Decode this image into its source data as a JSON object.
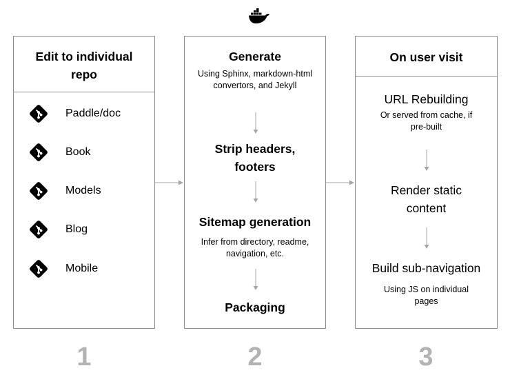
{
  "columns": [
    {
      "title": "Edit to individual repo",
      "repos": [
        {
          "icon": "git-icon",
          "label": "Paddle/doc"
        },
        {
          "icon": "git-icon",
          "label": "Book"
        },
        {
          "icon": "git-icon",
          "label": "Models"
        },
        {
          "icon": "git-icon",
          "label": "Blog"
        },
        {
          "icon": "git-icon",
          "label": "Mobile"
        }
      ],
      "number": "1"
    },
    {
      "title": "Generate",
      "subtitle": "Using Sphinx, markdown-html convertors, and Jekyll",
      "steps": [
        {
          "title": "Strip headers, footers"
        },
        {
          "title": "Sitemap generation",
          "subtitle": "Infer from directory, readme, navigation, etc."
        },
        {
          "title": "Packaging"
        }
      ],
      "number": "2"
    },
    {
      "title": "On user visit",
      "steps": [
        {
          "title": "URL Rebuilding",
          "subtitle": "Or served from cache, if pre-built"
        },
        {
          "title": "Render static content"
        },
        {
          "title": "Build sub-navigation",
          "subtitle": "Using JS on individual pages"
        }
      ],
      "number": "3"
    }
  ],
  "top_icon": "docker-whale-icon",
  "colors": {
    "border": "#8c8c8c",
    "arrow": "#a6a6a6",
    "number": "#b3b3b3",
    "icon": "#000000"
  }
}
